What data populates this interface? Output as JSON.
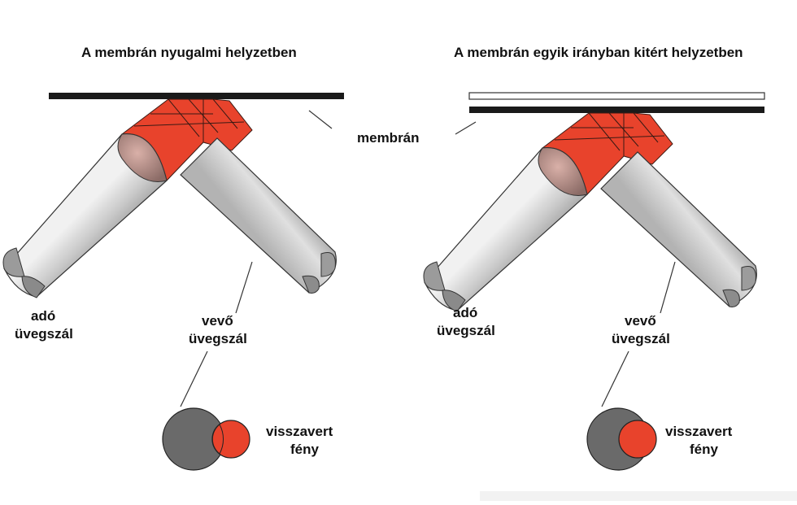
{
  "left_panel": {
    "title": "A membrán nyugalmi helyzetben",
    "transmitter_label": [
      "adó",
      "üvegszál"
    ],
    "receiver_label": [
      "vevő",
      "üvegszál"
    ],
    "light_label": [
      "visszavert",
      "fény"
    ]
  },
  "right_panel": {
    "title": "A membrán egyik irányban kitért helyzetben",
    "transmitter_label": [
      "adó",
      "üvegszál"
    ],
    "receiver_label": [
      "vevő",
      "üvegszál"
    ],
    "light_label": [
      "visszavert",
      "fény"
    ]
  },
  "membrane_label": "membrán",
  "colors": {
    "fiber_gray": "#a9a9a9",
    "light_red": "#e8432c",
    "membrane_black": "#1a1a1a",
    "spot_dark": "#6a6a6a"
  }
}
